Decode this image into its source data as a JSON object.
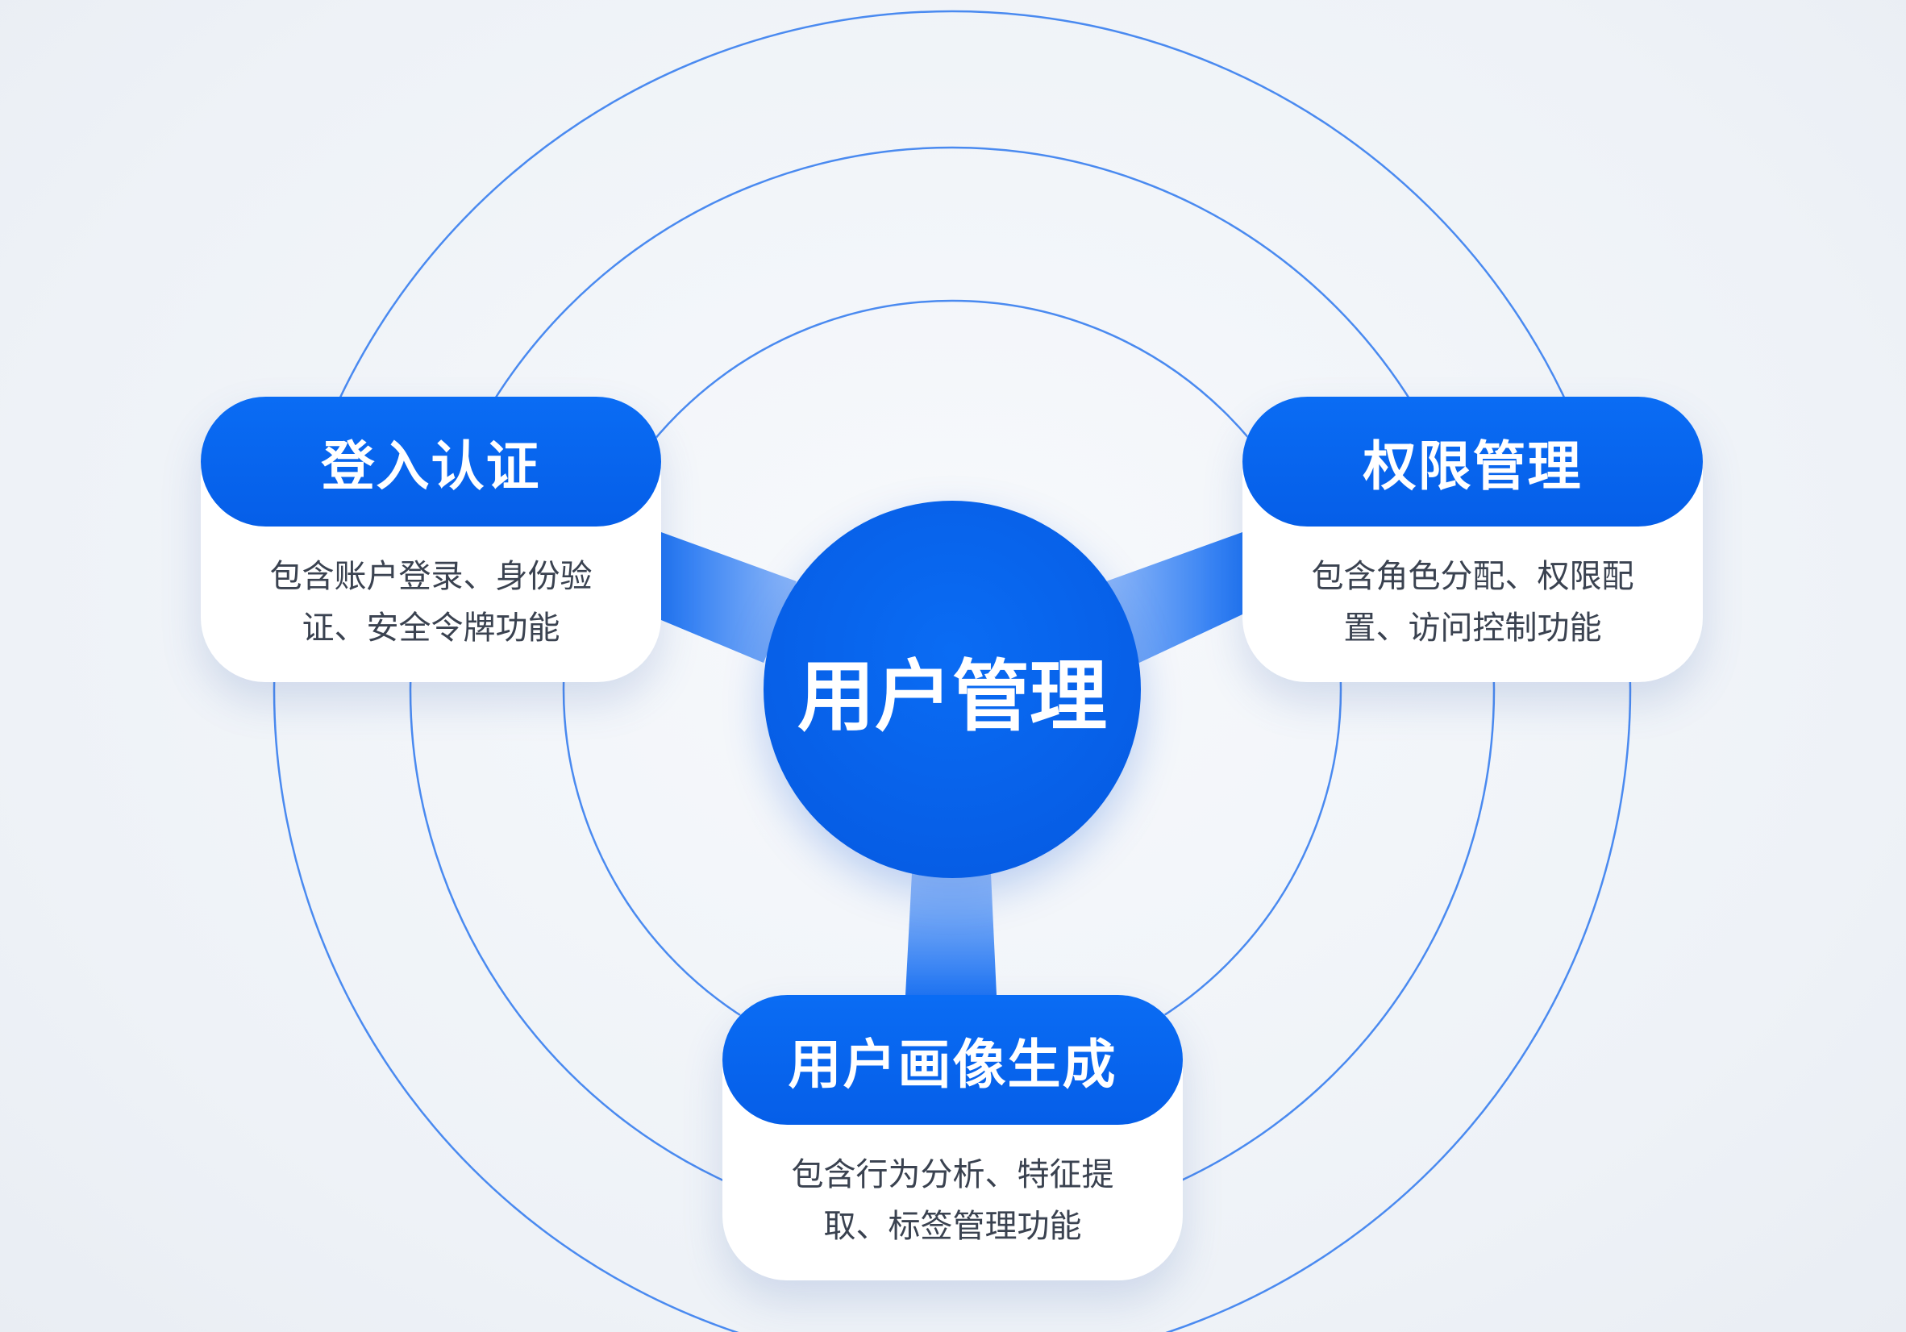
{
  "center": {
    "title": "用户管理"
  },
  "nodes": [
    {
      "title": "登入认证",
      "description": "包含账户登录、身份验证、安全令牌功能"
    },
    {
      "title": "权限管理",
      "description": "包含角色分配、权限配置、访问控制功能"
    },
    {
      "title": "用户画像生成",
      "description": "包含行为分析、特征提取、标签管理功能"
    }
  ],
  "colors": {
    "primary": "#0866f0",
    "ring": "#4a8af0",
    "text": "#3a4250"
  }
}
